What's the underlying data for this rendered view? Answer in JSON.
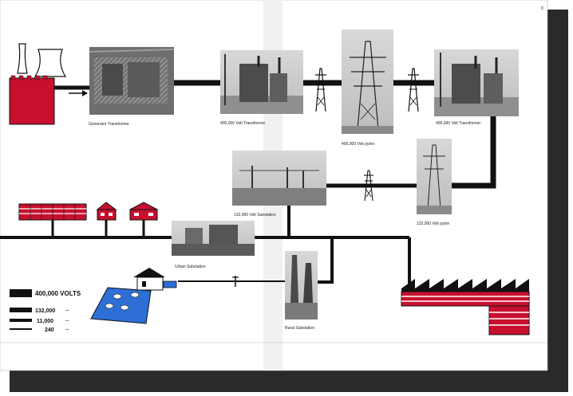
{
  "page": {
    "number": "8"
  },
  "captions": {
    "generator_transformer": "Generator Transformer",
    "transformer_400kv_left": "400,000 Volt Transformer",
    "pylon_400kv": "400,000 Volt pylon",
    "transformer_400kv_right": "400,000 Volt Transformer",
    "substation_132kv": "132,000 Volt Substation",
    "pylon_132kv": "132,000 Volt pylon",
    "urban_substation": "Urban Substation",
    "rural_substation": "Rural Substation"
  },
  "legend": {
    "items": [
      {
        "value": "400,000 VOLTS",
        "unit": ""
      },
      {
        "value": "132,000",
        "unit": "··"
      },
      {
        "value": "11,000",
        "unit": "··"
      },
      {
        "value": "240",
        "unit": "··"
      }
    ]
  },
  "colors": {
    "accent_red": "#c8102e",
    "line_black": "#111111",
    "pool_blue": "#2d6fd6",
    "paper": "#ffffff",
    "shadow": "#2a2a2a"
  }
}
